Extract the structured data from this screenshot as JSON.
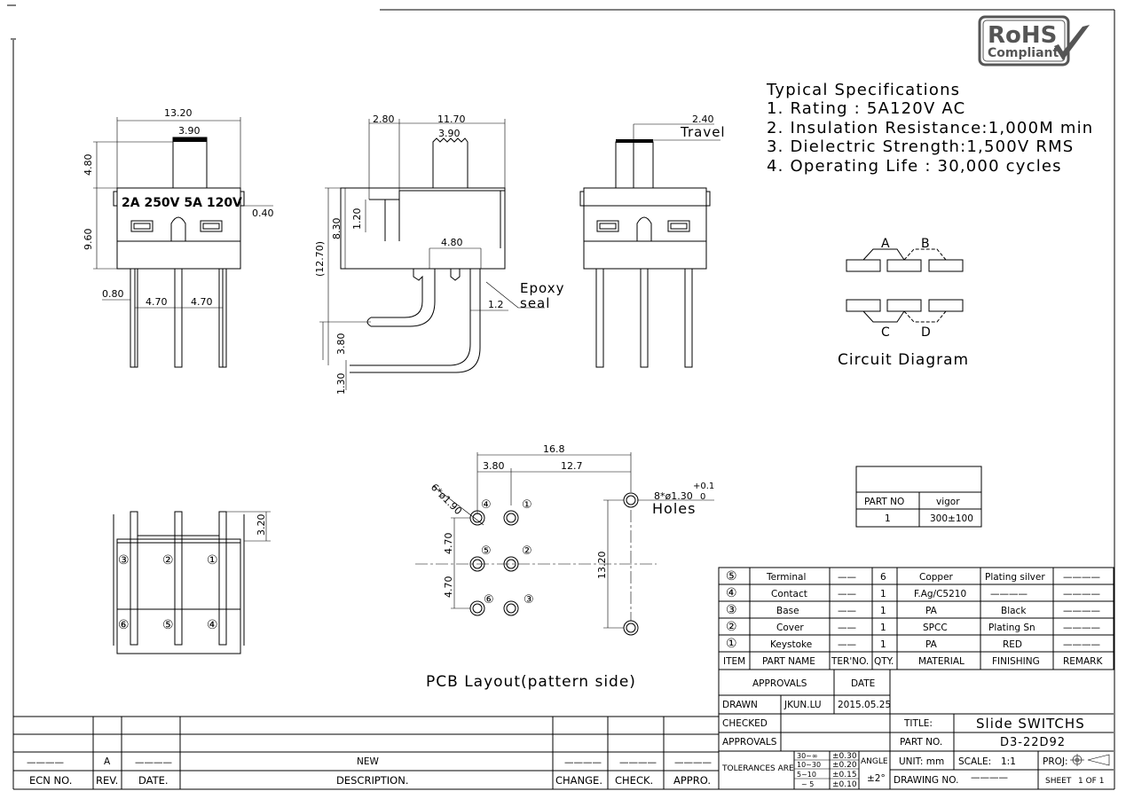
{
  "logo": {
    "line1": "RoHS",
    "line2": "Compliant",
    "check": "check-icon"
  },
  "specs": {
    "title": "Typical Specifications",
    "items": [
      "1. Rating : 5A120V AC",
      "2. Insulation Resistance:1,000M min",
      "3. Dielectric Strength:1,500V RMS",
      "4. Operating Life : 30,000 cycles"
    ]
  },
  "front_view": {
    "width": "13.20",
    "actuator": "3.90",
    "body_text": "2A 250V 5A 120V",
    "top_height": "4.80",
    "body_height": "9.60",
    "flange": "0.40",
    "pin_offset": "0.80",
    "pitch1": "4.70",
    "pitch2": "4.70"
  },
  "side_view": {
    "offset": "2.80",
    "length": "11.70",
    "actuator": "3.90",
    "h1": "8.30",
    "h2": "1.20",
    "total": "(12.70)",
    "pin_w": "4.80",
    "epoxy": [
      "Epoxy",
      "seal"
    ],
    "pin_t": "1.2",
    "pin_len": "3.80",
    "pin_end": "1.30"
  },
  "end_view": {
    "travel_value": "2.40",
    "travel_label": "Travel"
  },
  "circuit": {
    "labels": [
      "A",
      "B",
      "C",
      "D"
    ],
    "title": "Circuit Diagram"
  },
  "bottom_view": {
    "height": "3.20",
    "pins": [
      "③",
      "②",
      "①",
      "⑥",
      "⑤",
      "④"
    ]
  },
  "pcb": {
    "title": "PCB Layout(pattern side)",
    "overall": "16.8",
    "d1": "3.80",
    "d2": "12.7",
    "hole_small": "6*ø1.90",
    "hole_big_prefix": "8*ø1.30",
    "tol_plus": "+0.1",
    "tol_minus": "0",
    "holes_label": "Holes",
    "v1": "4.70",
    "v2": "4.70",
    "v_total": "13.20",
    "pin_numbers": [
      "④",
      "①",
      "⑤",
      "②",
      "⑥",
      "③"
    ]
  },
  "part_table": {
    "header": [
      "PART NO",
      "vigor"
    ],
    "rows": [
      [
        "1",
        "300±100"
      ]
    ]
  },
  "bom": {
    "rows": [
      [
        "⑤",
        "Terminal",
        "——",
        "6",
        "Copper",
        "Plating silver",
        "————"
      ],
      [
        "④",
        "Contact",
        "——",
        "1",
        "F.Ag/C5210",
        "————",
        "————"
      ],
      [
        "③",
        "Base",
        "——",
        "1",
        "PA",
        "Black",
        "————"
      ],
      [
        "②",
        "Cover",
        "——",
        "1",
        "SPCC",
        "Plating Sn",
        "————"
      ],
      [
        "①",
        "Keystoke",
        "——",
        "1",
        "PA",
        "RED",
        "————"
      ]
    ],
    "headers": [
      "ITEM",
      "PART NAME",
      "TER'NO.",
      "QTY.",
      "MATERIAL",
      "FINISHING",
      "REMARK"
    ]
  },
  "title_block": {
    "approvals": "APPROVALS",
    "date": "DATE",
    "drawn": "DRAWN",
    "drawn_by": "JKUN.LU",
    "drawn_date": "2015.05.25",
    "checked": "CHECKED",
    "approvals2": "APPROVALS",
    "title_label": "TITLE:",
    "title": "Slide SWITCHS",
    "part_no_label": "PART NO.",
    "part_no": "D3-22D92",
    "tolerances": "TOLERANCES ARE",
    "tol_rows": [
      [
        "30~∞",
        "±0.30"
      ],
      [
        "10~30",
        "±0.20"
      ],
      [
        "5~10",
        "±0.15"
      ],
      [
        "~ 5",
        "±0.10"
      ]
    ],
    "angle": "ANGLE",
    "angle_val": "±2°",
    "unit": "UNIT: mm",
    "scale_label": "SCALE:",
    "scale": "1:1",
    "proj": "PROJ:",
    "drawing_no": "DRAWING NO.",
    "drawing_no_val": "————",
    "sheet": "SHEET",
    "sheet_val": "1 OF 1"
  },
  "revision": {
    "headers": [
      "ECN NO.",
      "REV.",
      "DATE.",
      "DESCRIPTION.",
      "CHANGE.",
      "CHECK.",
      "APPRO."
    ],
    "row": [
      "————",
      "A",
      "————",
      "NEW",
      "————",
      "————",
      "————"
    ]
  }
}
